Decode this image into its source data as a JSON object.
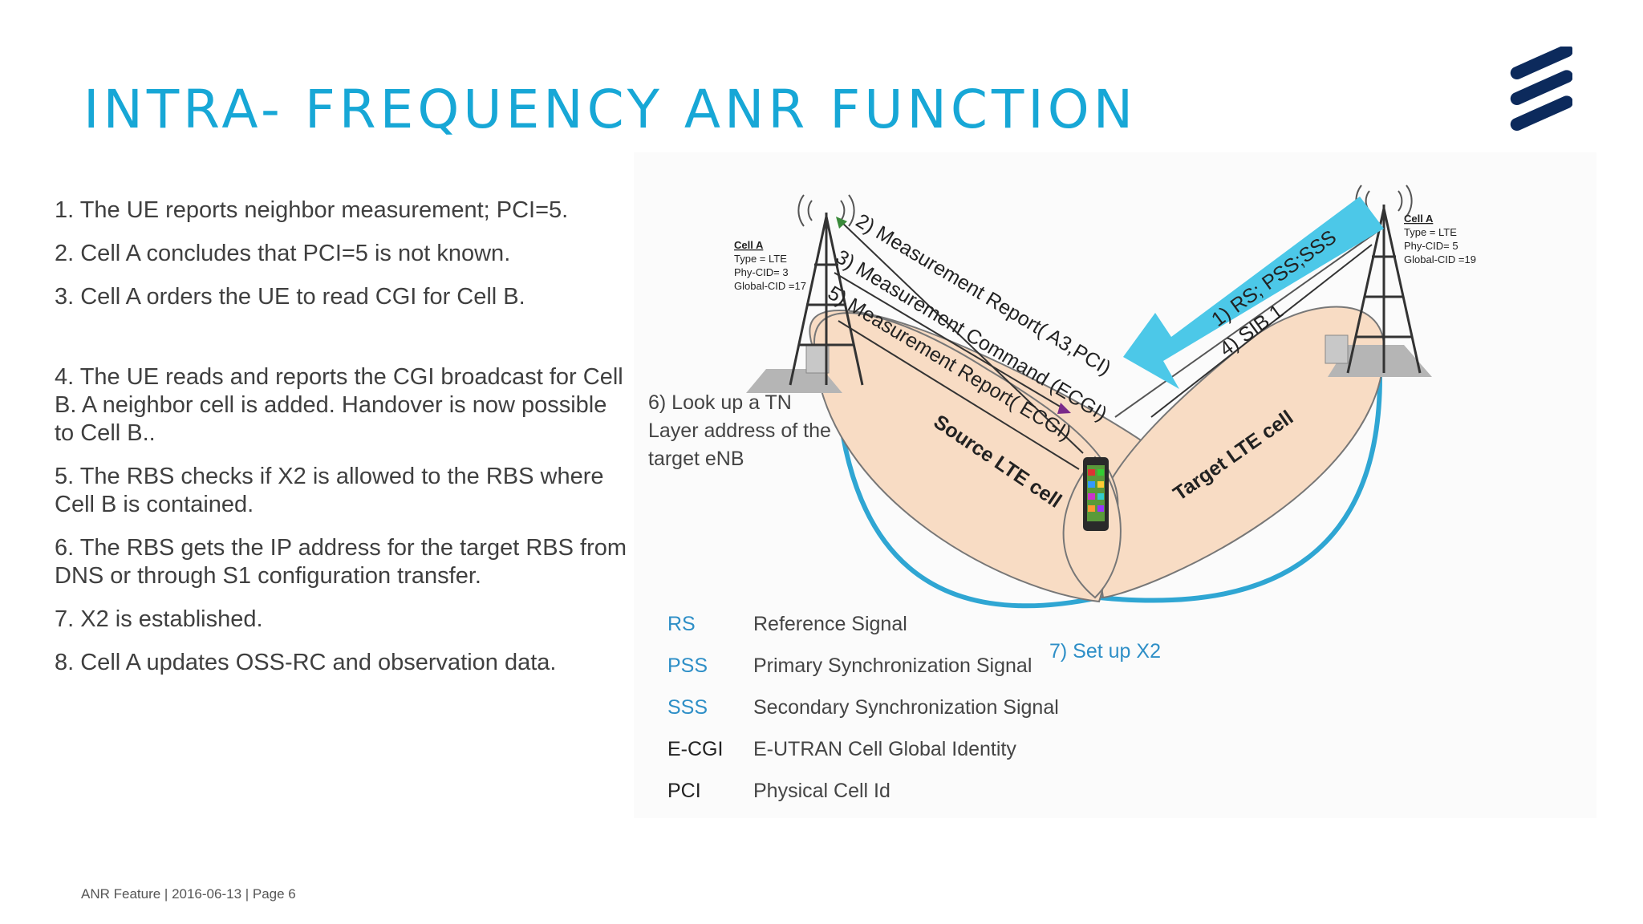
{
  "slide": {
    "title": "Intra- frequency ANR function",
    "footer": "ANR Feature  |  2016-06-13  |  Page 6"
  },
  "steps": [
    "1. The UE reports neighbor measurement; PCI=5.",
    "2. Cell A concludes that PCI=5 is not known.",
    "3. Cell A orders the UE to read CGI for Cell B.",
    "4. The UE reads and reports the CGI broadcast for Cell B. A neighbor cell is added. Handover is now possible to Cell B..",
    "5. The RBS checks if X2 is allowed to the RBS where Cell B is contained.",
    "6. The RBS gets the IP address for the target RBS from DNS or through S1 configuration transfer.",
    "7. X2 is established.",
    "8. Cell A updates OSS-RC and observation data."
  ],
  "diagram": {
    "left_cell_info": [
      "Cell A",
      "Type = LTE",
      "Phy-CID= 3",
      "Global-CID =17"
    ],
    "right_cell_info": [
      "Cell A",
      "Type = LTE",
      "Phy-CID= 5",
      "Global-CID =19"
    ],
    "msg_2": "2) Measurement Report( A3,PCI)",
    "msg_3": "3) Measurement Command (ECGI)",
    "msg_5": "5) Measurement Report( ECGI)",
    "msg_1": "1) RS; PSS;SSS",
    "msg_4": "4) SIB 1",
    "msg_6_lines": [
      "6) Look up a TN",
      "Layer address of the",
      "target eNB"
    ],
    "source_cell": "Source LTE cell",
    "target_cell": "Target LTE cell",
    "msg_7": "7) Set up X2",
    "colors": {
      "cell_fill": "#f8dcc4",
      "x2_arc": "#2fa6d3",
      "arrow_1": "#4cc8e8"
    }
  },
  "legend": [
    {
      "abbr": "RS",
      "meaning": "Reference Signal",
      "color": "blue"
    },
    {
      "abbr": "PSS",
      "meaning": "Primary Synchronization Signal",
      "color": "blue"
    },
    {
      "abbr": "SSS",
      "meaning": "Secondary Synchronization Signal",
      "color": "blue"
    },
    {
      "abbr": "E-CGI",
      "meaning": "E-UTRAN Cell Global Identity",
      "color": "dark"
    },
    {
      "abbr": "PCI",
      "meaning": "Physical Cell Id",
      "color": "dark"
    }
  ]
}
